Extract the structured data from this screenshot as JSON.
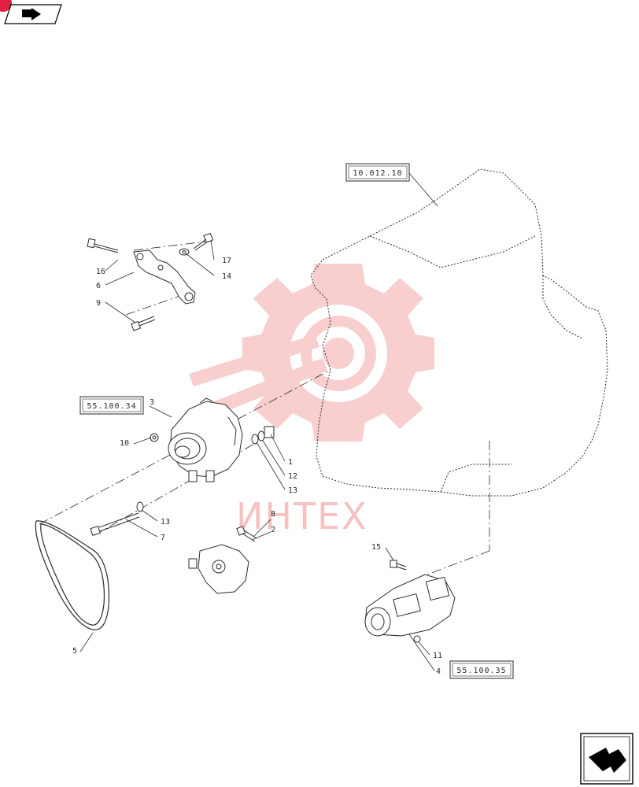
{
  "watermark": {
    "text": "ИНТЕХ",
    "color": "#f4a7a7"
  },
  "colors": {
    "line": "#2a2a2a",
    "accent": "#e02040"
  },
  "nav": {
    "top_icon": "book-arrow-icon",
    "bottom_icon": "next-page-arrow-icon"
  },
  "references": {
    "engine": "10.012.10",
    "alternator": "55.100.34",
    "starter": "55.100.35"
  },
  "callouts": {
    "c1": "1",
    "c2": "2",
    "c3": "3",
    "c4": "4",
    "c5": "5",
    "c6": "6",
    "c7": "7",
    "c8": "8",
    "c9": "9",
    "c10": "10",
    "c11": "11",
    "c12": "12",
    "c13a": "13",
    "c13b": "13",
    "c14": "14",
    "c15": "15",
    "c16": "16",
    "c17": "17"
  }
}
